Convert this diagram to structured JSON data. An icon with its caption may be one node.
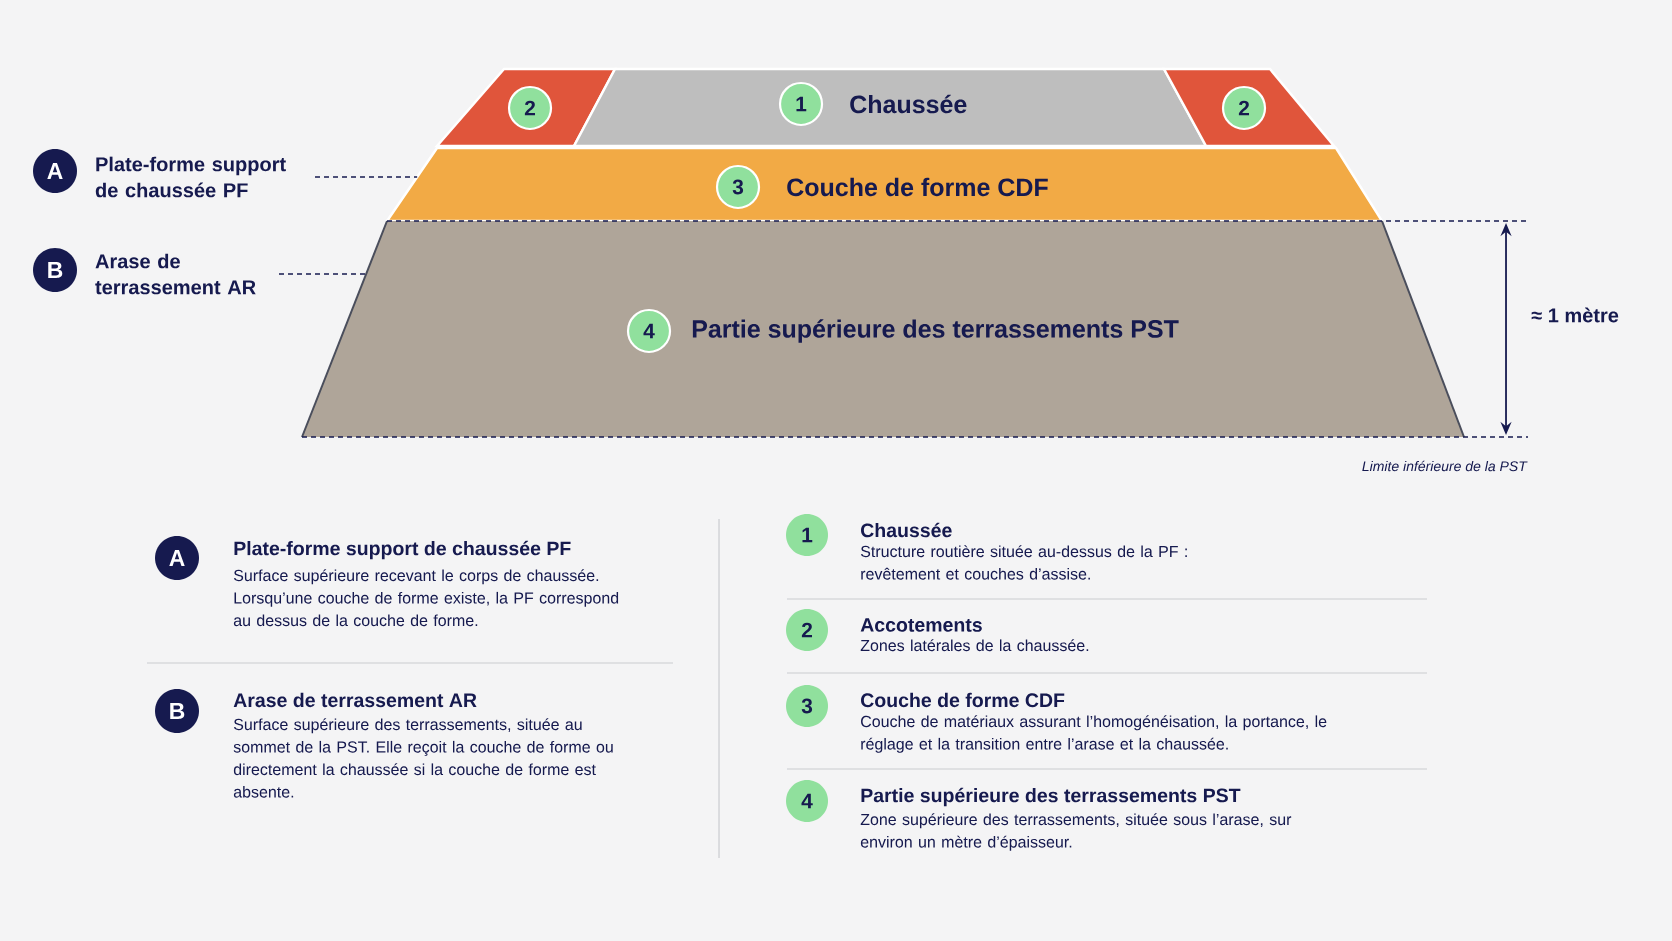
{
  "diagram": {
    "nodes": [
      {
        "text": [],
        "shape": "trapezoid"
      },
      {
        "text": [
          "2"
        ],
        "in": 0
      },
      {
        "text": [
          "Chaussée"
        ]
      },
      {
        "text": [
          "1"
        ],
        "in": 2
      },
      {
        "text": [],
        "shape": "trapezoid"
      },
      {
        "text": [
          "2"
        ],
        "in": 4
      },
      {
        "text": [
          "A"
        ]
      },
      {
        "text": [
          "Plate-forme support de chaussée PF"
        ]
      },
      {
        "text": [
          "Couche de forme CDF"
        ]
      },
      {
        "text": [
          "3"
        ],
        "in": 8
      },
      {
        "text": [
          "B"
        ]
      },
      {
        "text": [
          "Arase de terrassement AR"
        ]
      },
      {
        "text": [
          "Partie supérieure des terrassements PST"
        ]
      },
      {
        "text": [
          "4"
        ],
        "in": 12
      },
      {
        "text": [
          "A"
        ],
        "beside": [
          "Plate-forme support de chaussée PF",
          "Surface supérieure recevant le corps de chaussée. Lorsqu’une couche de forme existe, la PF correspond au dessus de la couche de forme."
        ]
      },
      {
        "text": [
          "B"
        ],
        "beside": [
          "Arase de terrassement AR",
          "Surface supérieure des terrassements, située au sommet de la PST. Elle reçoit la couche de forme ou directement la chaussée si la couche de forme est absente."
        ]
      },
      {
        "text": [
          "1"
        ],
        "beside": [
          "Chaussée",
          "Structure routière située au-dessus de la PF : revêtement et couches d’assise."
        ]
      },
      {
        "text": [
          "2"
        ],
        "beside": [
          "Accotements",
          "Zones latérales de la chaussée."
        ]
      },
      {
        "text": [
          "3"
        ],
        "beside": [
          "Couche de forme CDF",
          "Couche de matériaux assurant l’homogénéisation, la portance, le réglage et la transition entre l’arase et la chaussée."
        ]
      },
      {
        "text": [
          "4"
        ],
        "beside": [
          "Partie supérieure des terrassements PST",
          "Zone supérieure des terrassements, située sous l’arase, sur environ un mètre d’épaisseur."
        ]
      }
    ],
    "edges": [
      {
        "from": 7,
        "to": 8,
        "arrow": "none",
        "style": "dashed"
      },
      {
        "from": 11,
        "to": 12,
        "arrow": "none",
        "style": "dashed"
      }
    ],
    "labels": [
      "≈ 1 mètre",
      "Limite inférieure de la PST"
    ]
  }
}
